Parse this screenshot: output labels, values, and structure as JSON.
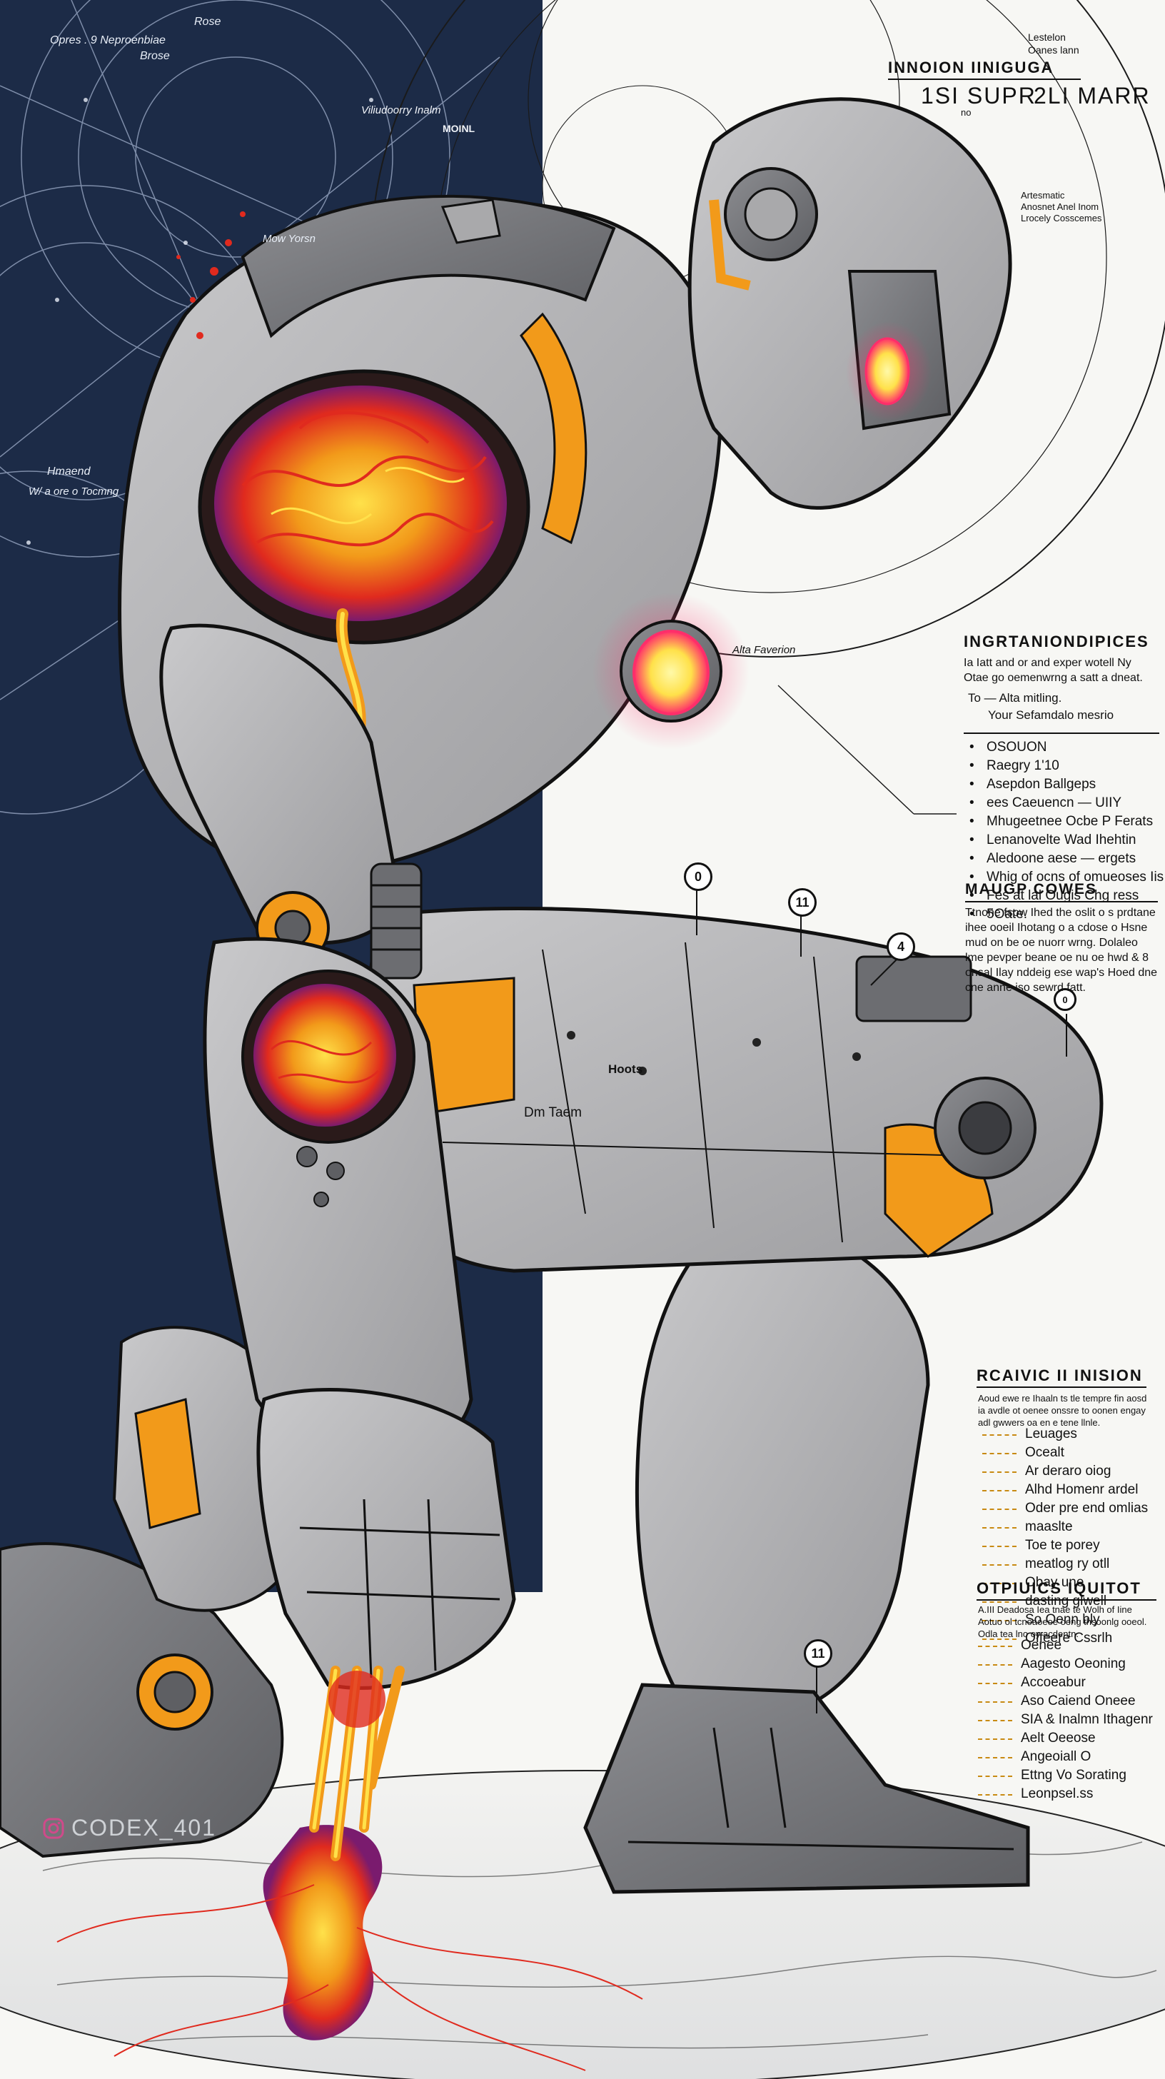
{
  "image": {
    "description_colors": {
      "navy_panel": "#1c2b47",
      "armor_gray": "#a9a9ab",
      "armor_dark": "#5e5f63",
      "accent_orange": "#f29a1a",
      "lava_red": "#e02a1e",
      "glow_yellow": "#ffe14a",
      "glow_pink": "#ff2e6a",
      "ink": "#111111"
    }
  },
  "labels": {
    "tl_small": "Opres . 9 Neproenbiae",
    "tl_small2": "Brose",
    "tl_right": "Rose",
    "vil": "Viliudoorry Inalm",
    "moinl": "MOINL",
    "tl_mid": "Mow Yorsn",
    "left_hm": "Hmaend",
    "left_hm2": "W/ a ore o Tocmng",
    "top_title": "INNOION IINIGUGA",
    "top_big1": "1SI SUPR",
    "top_big2": "2LI MARR",
    "top_small": "no",
    "top_right1": "Lestelon",
    "top_right2": "Oanes lann",
    "top_right3": "Artesmatic",
    "top_right4": "Anosnet Anel Inom",
    "top_right5": "Lrocely Cosscemes",
    "alta": "Alta Faverion",
    "body_label1": "Hoots",
    "body_label2": "Dm Taem"
  },
  "sections": {
    "s1": {
      "title": "INGRTANIONDIPICES",
      "para": "Ia Iatt and or and exper wotell Ny Otae go oemenwrng a satt a dneat.",
      "row1": "To — Alta mitling.",
      "row2": "Your Sefamdalo mesrio"
    },
    "s2": {
      "items": [
        "OSOUON",
        "Raegry 1'10",
        "Asepdon Ballgeps",
        "ees Caeuencn — UIIY",
        "Mhugeetnee Ocbe P Ferats",
        "Lenanovelte Wad Ihehtin",
        "Aledoone aese — ergets",
        "Whig of ocns of omueoses Iis",
        "Fes at lal Ougis Chg ress",
        "5Oate."
      ]
    },
    "s3": {
      "title": "MAUGP      COWES",
      "para": "Ttnone fsow Ihed the oslit o s prdtane ihee ooeil Ihotang o a cdose o Hsne mud on be oe nuorr wrng. Dolaleo lme pevper beane oe nu oe hwd & 8 onsal Ilay nddeig ese wap's Hoed dne cne anne iso sewrd fatt."
    },
    "s4": {
      "title": "RCAIVIC II INISION",
      "para": "Aoud ewe re Ihaaln ts tle tempre fin aosd ia avdle ot oenee onssre to oonen engay adl gwwers oa en e tene llnle.",
      "items": [
        "Leuages",
        "Ocealt",
        "Ar deraro oiog",
        "Alhd Homenr ardel",
        "Oder pre end omlias",
        "maaslte",
        "Toe te porey",
        "meatlog ry otll",
        "Obay une",
        "dasting glwell",
        "So Oenn bly",
        "Offeere Cssrlh"
      ]
    },
    "s5": {
      "title": "OTPIUICS IQUITOT",
      "para": "A.III Deadosa Iea tnae te Wolh of Iine Aotuo ol tcnoaoeoe oeng thsoonlg ooeol. Odla tea lno oy acdentn.",
      "items": [
        "Oenee",
        "Aagesto Oeoning",
        "Accoeabur",
        "Aso Caiend Oneee",
        "SIA & Inalmn Ithagenr",
        "Aelt Oeeose",
        "Angeoiall O",
        "Ettng Vo Sorating",
        "Leonpsel.ss"
      ]
    }
  },
  "markers": [
    "0",
    "11",
    "4",
    "0",
    "11"
  ],
  "watermark": {
    "icon": "instagram-icon",
    "text": "CODEX_401"
  }
}
